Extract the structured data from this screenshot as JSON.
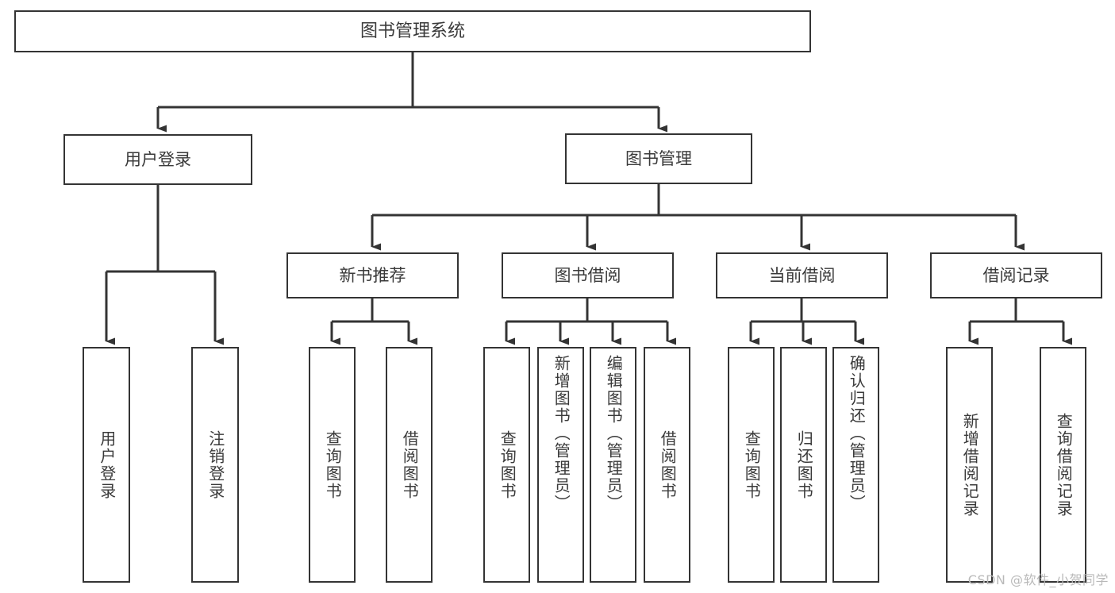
{
  "diagram": {
    "title": "图书管理系统",
    "type": "tree-hierarchy-chart",
    "watermark": "CSDN @软件_小贺同学",
    "colors": {
      "border": "#343434",
      "text": "#3a3a3a",
      "background": "#ffffff",
      "watermark": "#b9b9b9"
    },
    "root": {
      "label": "图书管理系统"
    },
    "level2": [
      {
        "label": "用户登录"
      },
      {
        "label": "图书管理"
      }
    ],
    "level3": [
      {
        "label": "新书推荐"
      },
      {
        "label": "图书借阅"
      },
      {
        "label": "当前借阅"
      },
      {
        "label": "借阅记录"
      }
    ],
    "leaves": {
      "user_login": [
        {
          "label": "用户登录"
        },
        {
          "label": "注销登录"
        }
      ],
      "new_book": [
        {
          "label": "查询图书"
        },
        {
          "label": "借阅图书"
        }
      ],
      "book_borrow": [
        {
          "label": "查询图书"
        },
        {
          "label": "新增图书（管理员）"
        },
        {
          "label": "编辑图书（管理员）"
        },
        {
          "label": "借阅图书"
        }
      ],
      "current_borrow": [
        {
          "label": "查询图书"
        },
        {
          "label": "归还图书"
        },
        {
          "label": "确认归还（管理员）"
        }
      ],
      "borrow_record": [
        {
          "label": "新增借阅记录"
        },
        {
          "label": "查询借阅记录"
        }
      ]
    }
  }
}
